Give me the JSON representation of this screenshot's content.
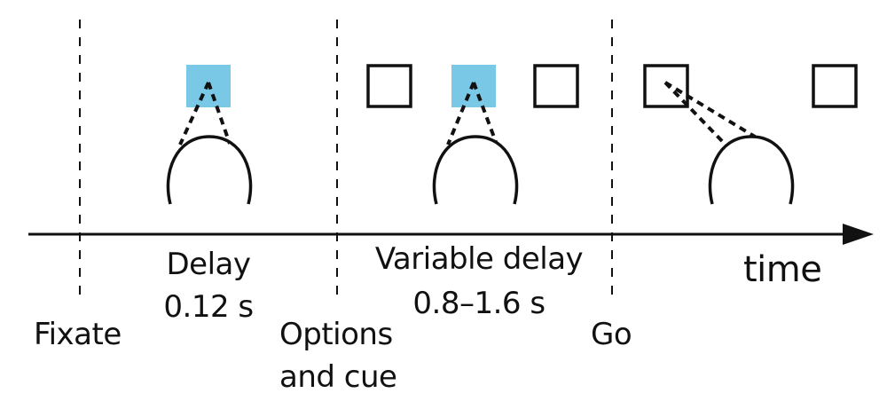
{
  "colors": {
    "stroke": "#111111",
    "cue_fill": "#79C8E6",
    "background": "#ffffff"
  },
  "labels": {
    "fixate": "Fixate",
    "delay_title": "Delay",
    "delay_duration": "0.12 s",
    "options_line1": "Options",
    "options_line2": "and cue",
    "variable_delay_title": "Variable delay",
    "variable_delay_duration": "0.8–1.6 s",
    "go": "Go",
    "axis": "time"
  }
}
